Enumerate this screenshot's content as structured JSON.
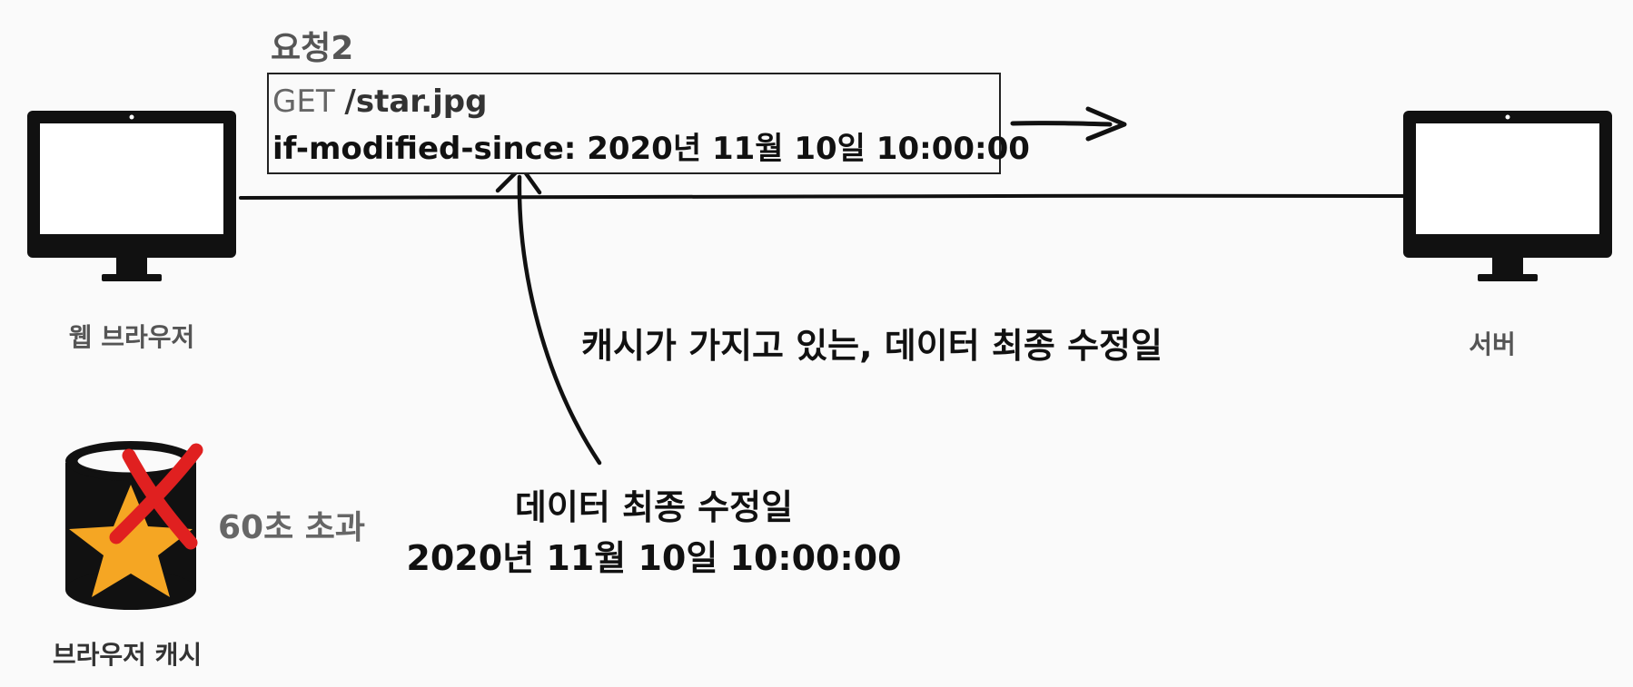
{
  "request": {
    "title": "요청2",
    "method": "GET",
    "path": "/star.jpg",
    "header": "if-modified-since: 2020년 11월 10일 10:00:00"
  },
  "browser": {
    "label": "웹 브라우저"
  },
  "server": {
    "label": "서버"
  },
  "annotation": "캐시가 가지고 있는, 데이터 최종 수정일",
  "cache": {
    "label": "브라우저 캐시",
    "status": "60초 초과",
    "stored_title": "데이터 최종 수정일",
    "stored_date": "2020년 11월 10일 10:00:00"
  },
  "colors": {
    "star": "#f5a623",
    "cross": "#e02020",
    "ink": "#111111"
  }
}
